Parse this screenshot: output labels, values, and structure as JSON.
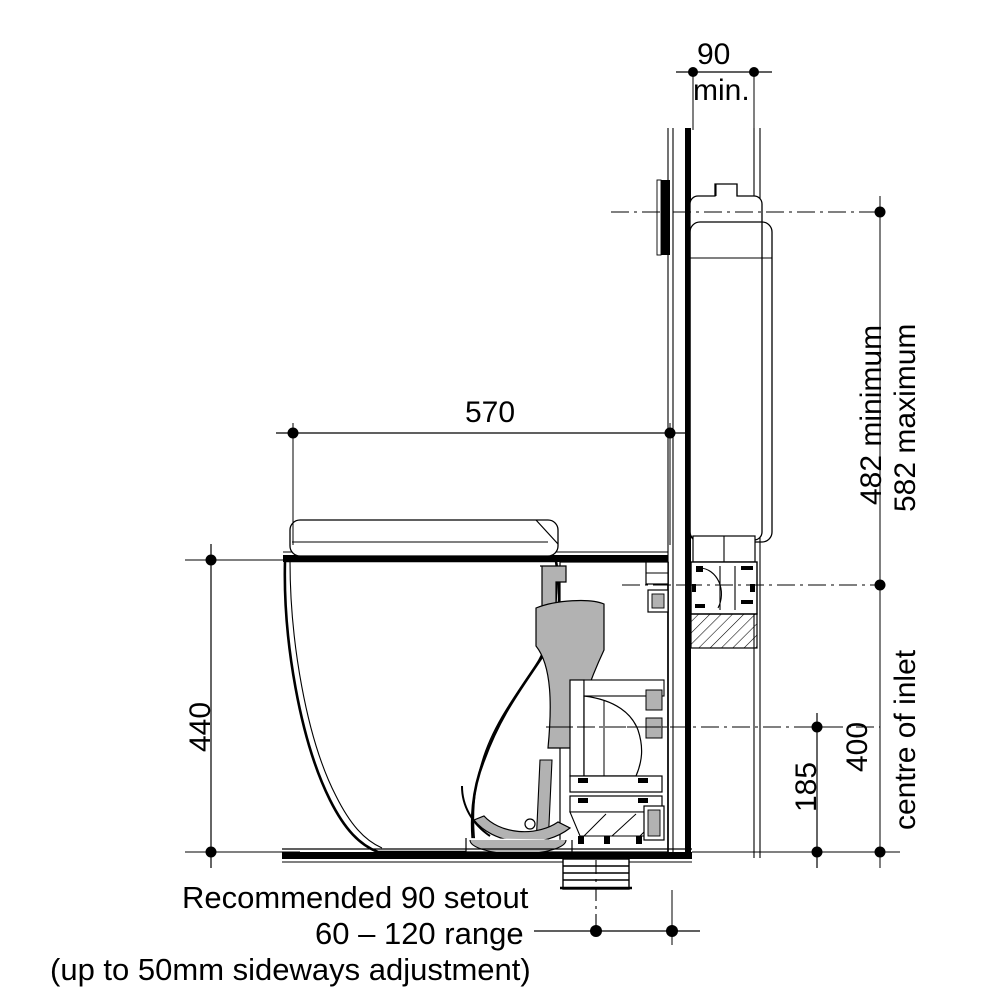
{
  "drawing": {
    "title": "Wall-faced pan and in-wall cistern installation section",
    "type": "technical-section-drawing",
    "units": "mm",
    "line_color": "#000000",
    "shade_color": "#b2b2b2",
    "background": "#ffffff"
  },
  "dimensions": {
    "wall_cavity_depth": {
      "value": "90",
      "qualifier": "min.",
      "orientation": "horizontal"
    },
    "pan_projection": {
      "value": "570",
      "orientation": "horizontal"
    },
    "seat_height": {
      "value": "440",
      "orientation": "vertical"
    },
    "button_height_min": {
      "value": "482 minimum",
      "orientation": "vertical"
    },
    "button_height_max": {
      "value": "582 maximum",
      "orientation": "vertical"
    },
    "inlet_height": {
      "value": "400",
      "orientation": "vertical"
    },
    "waste_offset": {
      "value": "185",
      "orientation": "vertical"
    },
    "inlet_note": {
      "value": "centre of inlet",
      "orientation": "vertical"
    }
  },
  "notes": {
    "line1": "Recommended 90 setout",
    "line2": "60 – 120 range",
    "line3": "(up to 50mm sideways adjustment)"
  },
  "components": {
    "cistern": "in-wall-cistern",
    "flush_plate": "flush-button-plate",
    "pan": "wall-faced-toilet-pan",
    "seat": "toilet-seat",
    "trap": "pan-trap-outlet",
    "pan_connector": "pan-connector",
    "support_frame": "support-frame",
    "floor_line": "finished-floor-line",
    "wall_line": "finished-wall-line",
    "waste_pipe": "waste-pipe-stub"
  }
}
